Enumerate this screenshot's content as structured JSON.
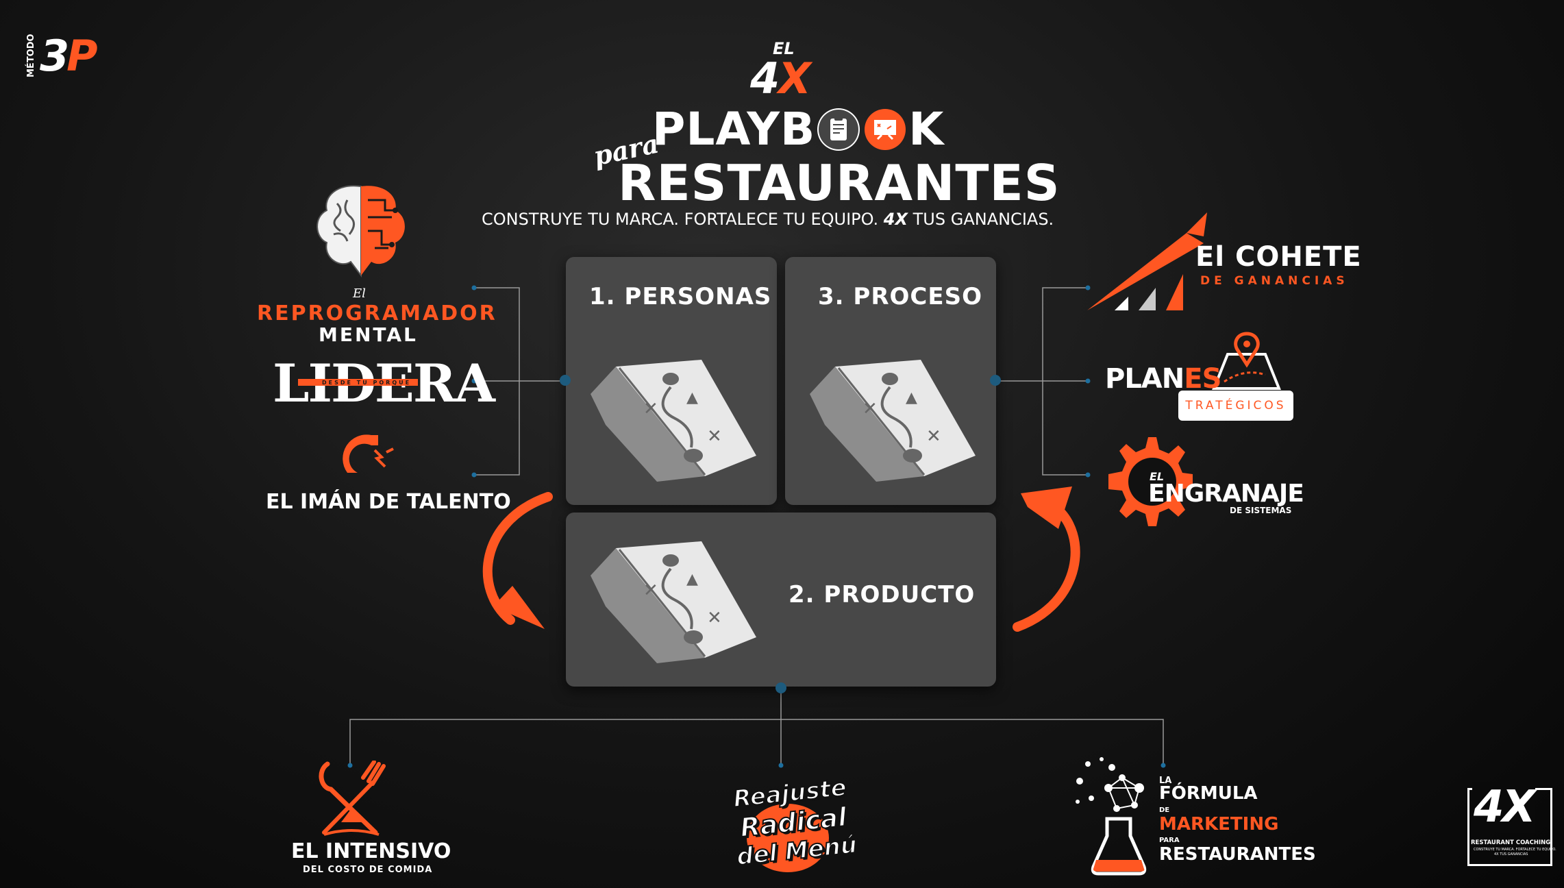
{
  "header": {
    "brand_small": "MÉTODO",
    "brand_big_num": "3",
    "brand_big_letter": "P",
    "title_el": "EL",
    "title_4x_num": "4",
    "title_4x_letter": "X",
    "title_para": "para",
    "title_playbook_start": "PLAYB",
    "title_playbook_end": "K",
    "title_restaurantes": "RESTAURANTES",
    "subtitle_before": "CONSTRUYE TU MARCA. FORTALECE TU EQUIPO. ",
    "subtitle_bold": "4X",
    "subtitle_after": " TUS GANANCIAS."
  },
  "pillars": {
    "personas": "1. PERSONAS",
    "proceso": "3. PROCESO",
    "producto": "2. PRODUCTO"
  },
  "left_programs": {
    "reprogramador_el": "El",
    "reprogramador_line1": "REPROGRAMADOR",
    "reprogramador_line2": "MENTAL",
    "lidera": "LIDERA",
    "lidera_tagline": "DESDE TU PORQUE",
    "iman": "EL IMÁN DE TALENTO"
  },
  "right_programs": {
    "cohete_title": "El COHETE",
    "cohete_sub": "DE GANANCIAS",
    "planes_white": "PLAN",
    "planes_orange": "ES",
    "planes_sub": "TRATÉGICOS",
    "engranaje_el": "EL",
    "engranaje_title": "ENGRANAJE",
    "engranaje_sub": "DE SISTEMAS"
  },
  "bottom_programs": {
    "intensivo_title": "EL INTENSIVO",
    "intensivo_sub": "DEL COSTO DE COMIDA",
    "reajuste_1": "Reajuste",
    "reajuste_2": "Radical",
    "reajuste_3": "del Menú",
    "formula_la": "LA",
    "formula_title": "FÓRMULA",
    "formula_de": "DE",
    "formula_marketing": "MARKETING",
    "formula_para": "PARA",
    "formula_restaurantes": "RESTAURANTES"
  },
  "footer_logo": {
    "big": "4X",
    "line1": "RESTAURANT COACHING",
    "line2": "CONSTRUYE TU MARCA. FORTALECE TU EQUIPO.",
    "line3": "4X TUS GANANCIAS"
  },
  "colors": {
    "accent": "#ff5722",
    "box": "#484848",
    "connector": "#1d5b7e"
  }
}
